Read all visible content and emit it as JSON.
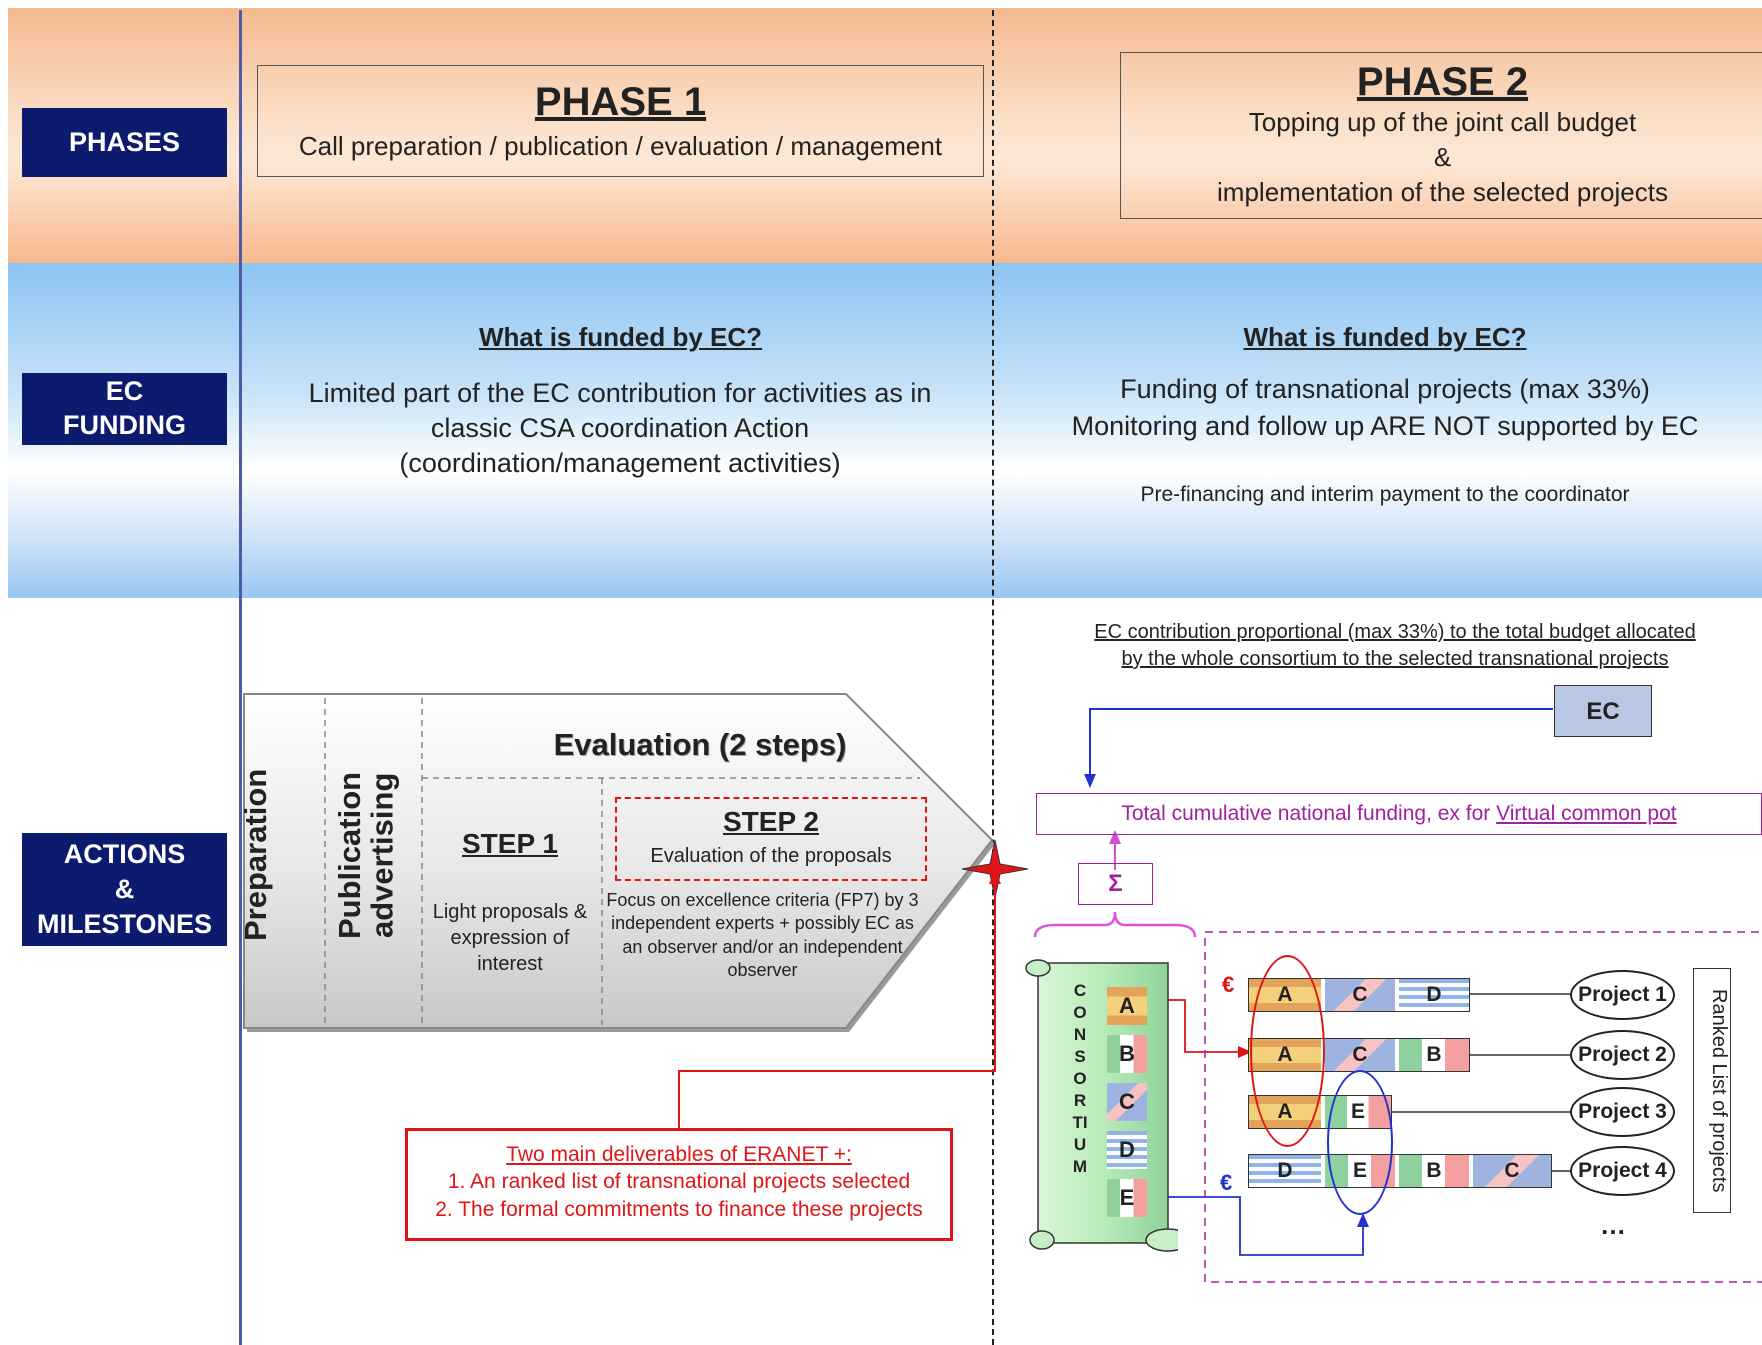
{
  "labels": {
    "phases": "PHASES",
    "ec_funding": "EC\nFUNDING",
    "actions": "ACTIONS\n&\nMILESTONES"
  },
  "phase1": {
    "title": "PHASE 1",
    "subtitle": "Call preparation / publication / evaluation / management",
    "funding_title": "What is funded by EC?",
    "funding_text": "Limited part of the EC contribution for activities as in classic CSA coordination Action (coordination/management activities)"
  },
  "phase2": {
    "title": "PHASE 2",
    "line1": "Topping up of the joint call budget",
    "line2": "&",
    "line3": "implementation of the selected projects",
    "funding_title": "What is funded by EC?",
    "funding_line1": "Funding of transnational projects (max 33%)",
    "funding_line2": "Monitoring and follow up ARE NOT supported by EC",
    "funding_line3": "Pre-financing and interim payment to the coordinator"
  },
  "process": {
    "preparation": "Preparation",
    "publication": "Publication advertising",
    "evaluation": "Evaluation (2 steps)",
    "step1_title": "STEP 1",
    "step1_text": "Light proposals & expression of interest",
    "step2_title": "STEP 2",
    "step2_sub": "Evaluation of the proposals",
    "step2_text": "Focus on excellence criteria (FP7) by 3 independent experts + possibly EC as an observer and/or an independent observer"
  },
  "deliverables": {
    "title": "Two main deliverables of ERANET +:",
    "item1": "1. An ranked list of transnational projects selected",
    "item2": "2. The formal commitments to finance these projects"
  },
  "ec_note": {
    "line1": "EC contribution proportional (max 33%) to the total budget allocated",
    "line2": "by the whole consortium to the selected transnational projects"
  },
  "ec_box": "EC",
  "pot": {
    "text": "Total cumulative national funding, ex for ",
    "link": "Virtual common pot"
  },
  "sigma": "Σ",
  "consortium": {
    "word": "CONSORTIUM",
    "members": [
      "A",
      "B",
      "C",
      "D",
      "E"
    ]
  },
  "euro": "€",
  "projects": [
    {
      "name": "Project 1",
      "members": [
        "A",
        "C",
        "D"
      ]
    },
    {
      "name": "Project 2",
      "members": [
        "A",
        "C",
        "B"
      ]
    },
    {
      "name": "Project 3",
      "members": [
        "A",
        "E"
      ]
    },
    {
      "name": "Project 4",
      "members": [
        "D",
        "E",
        "B",
        "C"
      ]
    }
  ],
  "ellipsis": "…",
  "ranked_list": "Ranked List of projects",
  "colors": {
    "navy": "#0d1b6e",
    "red": "#e01515",
    "purple": "#a020a0",
    "blue_arrow": "#2233cc",
    "flag_spain": "#f4c88c",
    "flag_italy": "#8fd19e",
    "flag_greece": "#8fb4e8"
  }
}
